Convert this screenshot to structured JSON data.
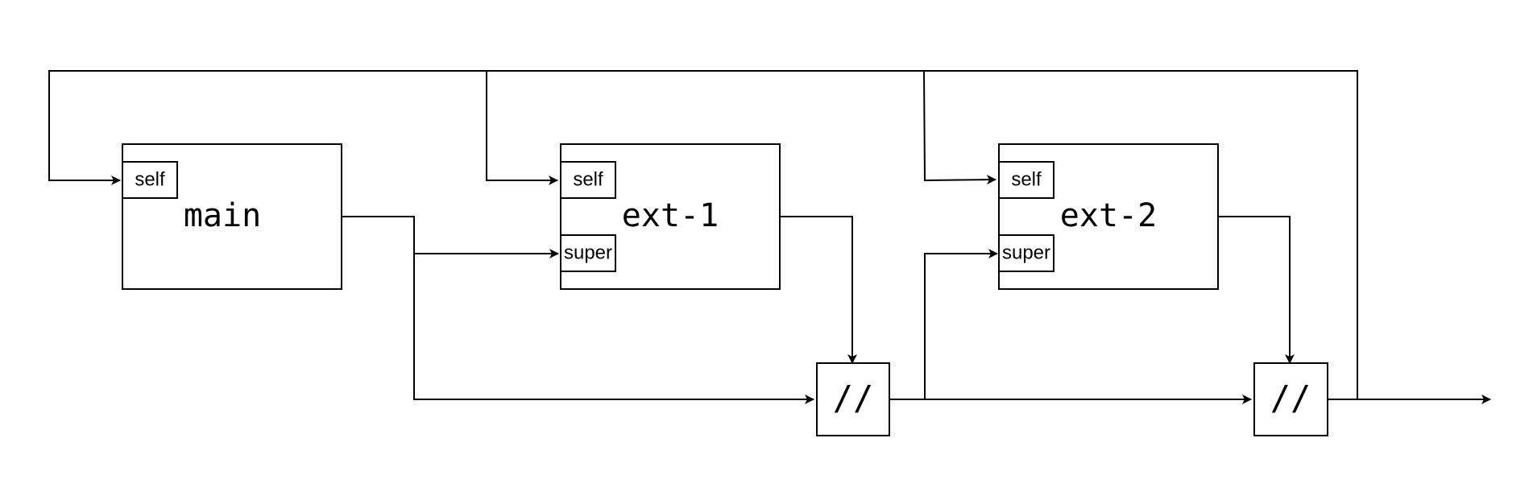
{
  "diagram": {
    "blocks": [
      {
        "id": "main",
        "label": "main",
        "ports": [
          "self"
        ]
      },
      {
        "id": "ext1",
        "label": "ext-1",
        "ports": [
          "self",
          "super"
        ]
      },
      {
        "id": "ext2",
        "label": "ext-2",
        "ports": [
          "self",
          "super"
        ]
      }
    ],
    "operators": [
      {
        "id": "op1",
        "label": "//"
      },
      {
        "id": "op2",
        "label": "//"
      }
    ],
    "port_labels": {
      "self": "self",
      "super": "super"
    }
  }
}
